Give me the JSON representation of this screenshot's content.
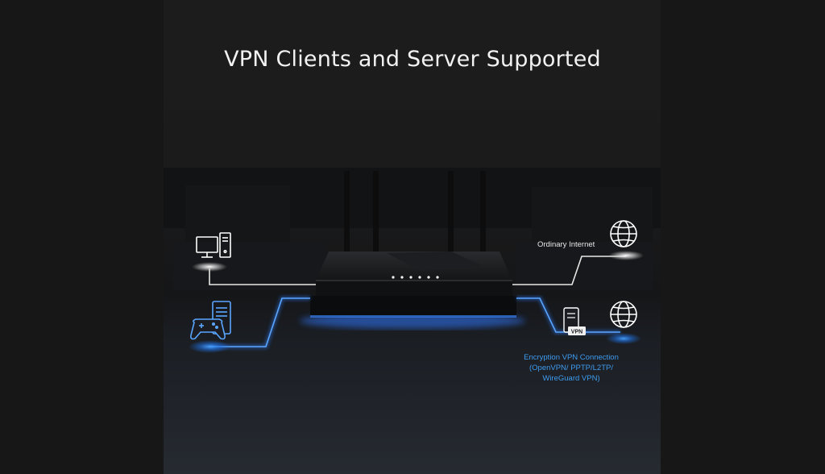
{
  "title": "VPN Clients and Server Supported",
  "labels": {
    "ordinary_internet": "Ordinary Internet",
    "vpn_badge": "VPN",
    "encryption_line1": "Encryption VPN Connection",
    "encryption_line2": "(OpenVPN/ PPTP/L2TP/",
    "encryption_line3": "WireGuard VPN)"
  },
  "colors": {
    "background": "#171717",
    "white_link": "#e8e8e8",
    "vpn_link": "#2f7fff",
    "vpn_text": "#3d9bf0"
  },
  "icons": [
    "desktop-computer-icon",
    "gamepad-icon",
    "server-tower-icon",
    "globe-icon",
    "vpn-server-icon",
    "router-image"
  ]
}
